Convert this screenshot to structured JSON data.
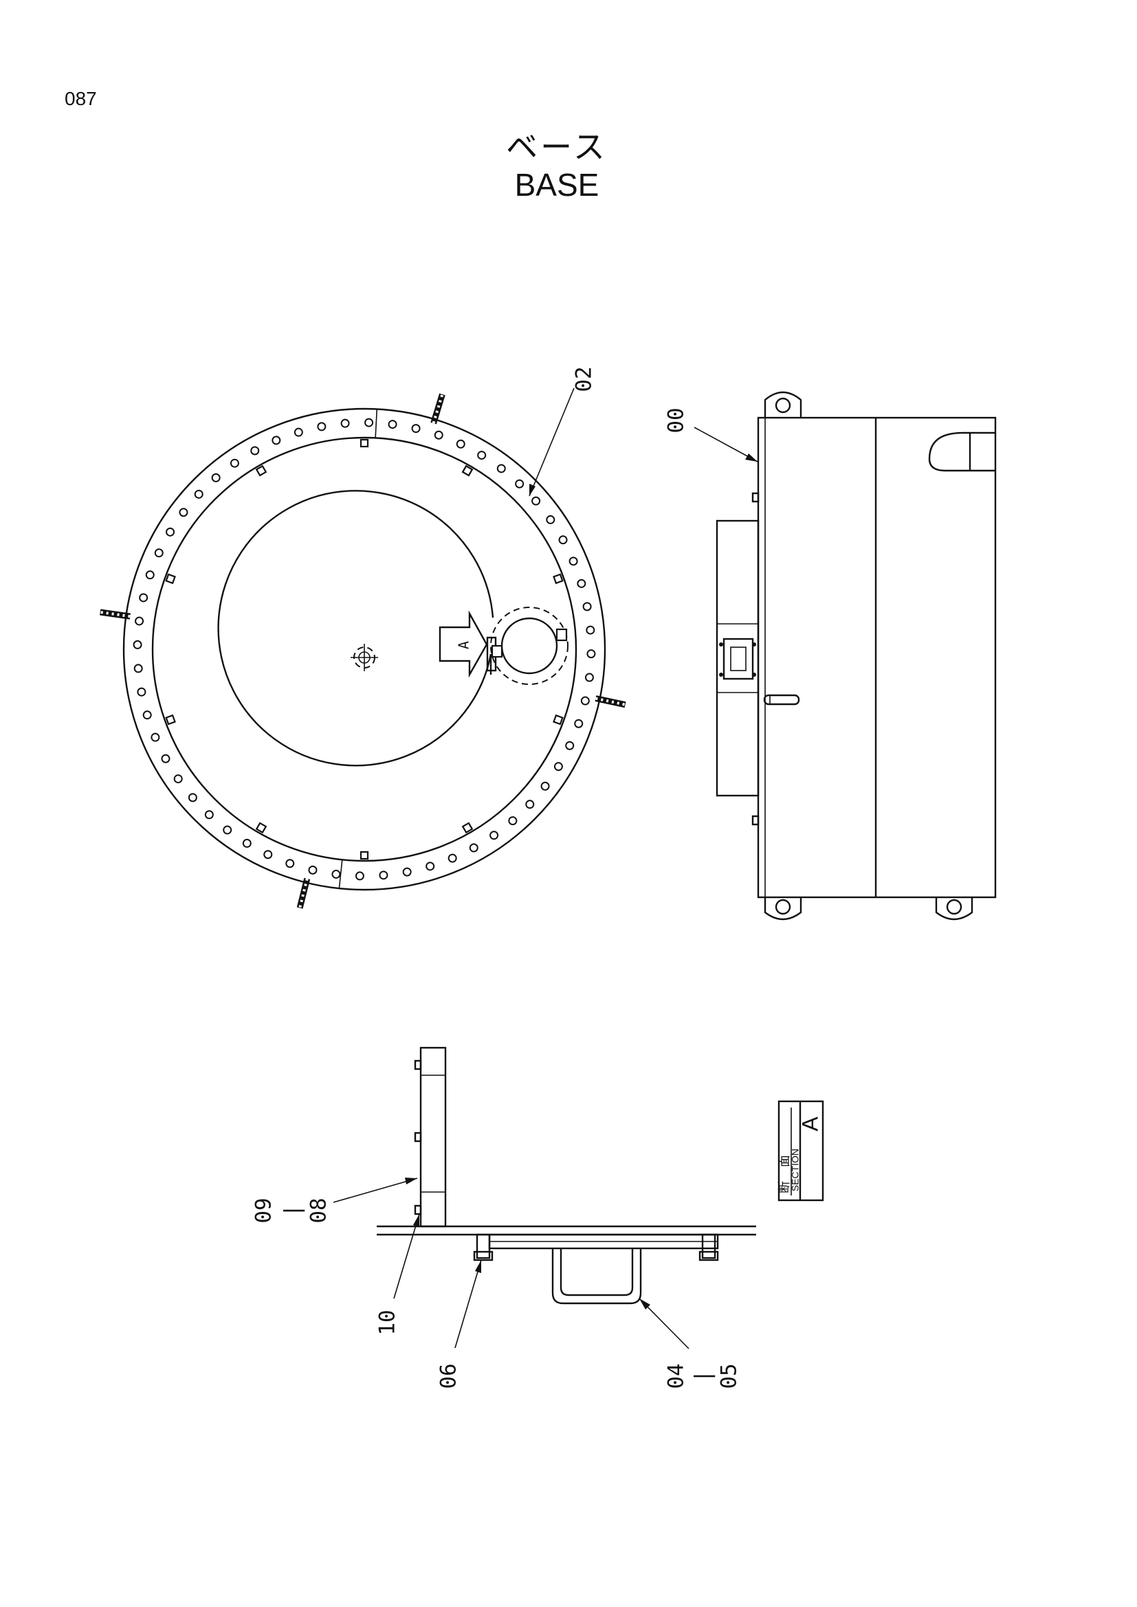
{
  "page_number": "087",
  "title": {
    "japanese": "ベース",
    "english": "BASE"
  },
  "callouts": {
    "c02": "02",
    "c00": "00",
    "c09": "09",
    "c08": "08",
    "c10": "10",
    "c06": "06",
    "c04": "04",
    "c05": "05",
    "dash": "|"
  },
  "view_markers": {
    "arrow_letter": "A"
  },
  "section_label": {
    "jp_1": "断",
    "jp_2": "面",
    "en": "SECTION",
    "letter": "A"
  },
  "colors": {
    "line": "#111111",
    "background": "#ffffff"
  }
}
